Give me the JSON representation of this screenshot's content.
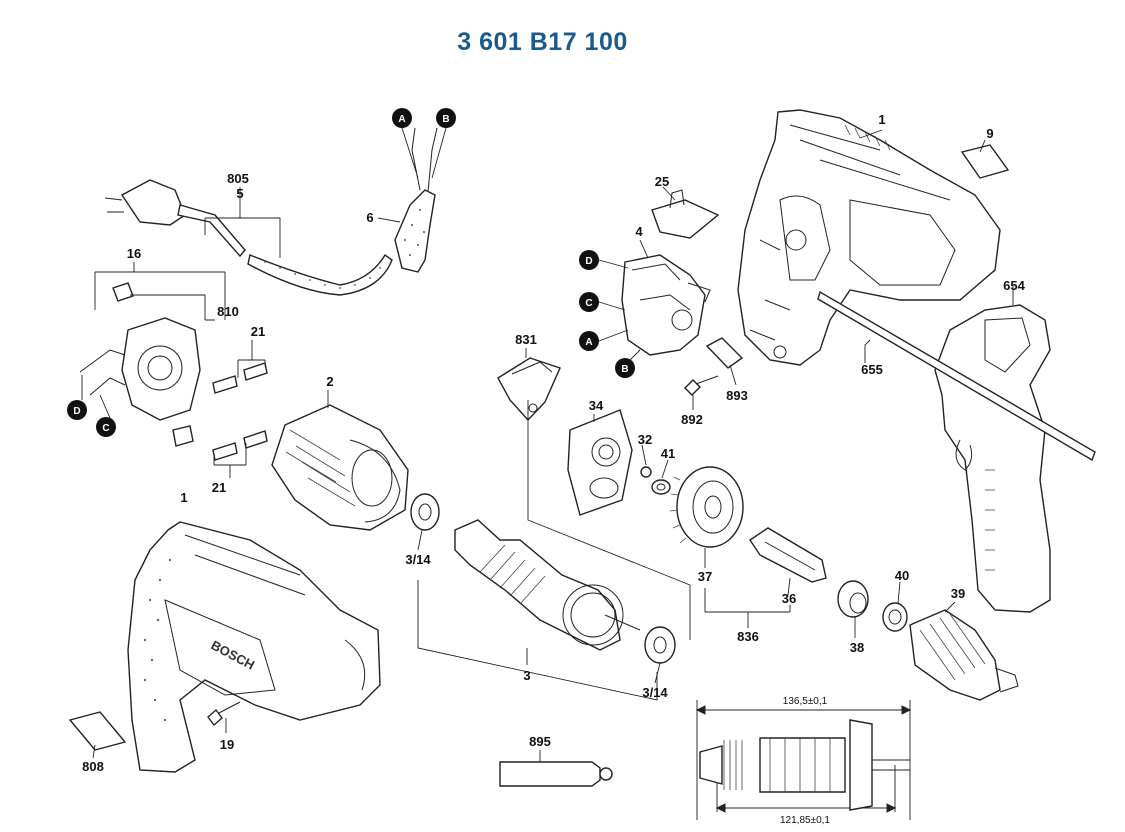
{
  "title": "3 601 B17 100",
  "colors": {
    "title": "#1b5a8c",
    "ink": "#222222",
    "marker": "#111111"
  },
  "parts": [
    {
      "key": "p1_top",
      "label": "1"
    },
    {
      "key": "p9",
      "label": "9"
    },
    {
      "key": "p805",
      "label": "805"
    },
    {
      "key": "p5",
      "label": "5"
    },
    {
      "key": "p6",
      "label": "6"
    },
    {
      "key": "p25",
      "label": "25"
    },
    {
      "key": "p4",
      "label": "4"
    },
    {
      "key": "p16",
      "label": "16"
    },
    {
      "key": "p810",
      "label": "810"
    },
    {
      "key": "p21a",
      "label": "21"
    },
    {
      "key": "p831",
      "label": "831"
    },
    {
      "key": "p654",
      "label": "654"
    },
    {
      "key": "p655",
      "label": "655"
    },
    {
      "key": "p892",
      "label": "892"
    },
    {
      "key": "p893",
      "label": "893"
    },
    {
      "key": "p2",
      "label": "2"
    },
    {
      "key": "p34",
      "label": "34"
    },
    {
      "key": "p32",
      "label": "32"
    },
    {
      "key": "p41",
      "label": "41"
    },
    {
      "key": "p21b",
      "label": "21"
    },
    {
      "key": "p1_bottom",
      "label": "1"
    },
    {
      "key": "p3_14a",
      "label": "3/14"
    },
    {
      "key": "p37",
      "label": "37"
    },
    {
      "key": "p40",
      "label": "40"
    },
    {
      "key": "p36",
      "label": "36"
    },
    {
      "key": "p39",
      "label": "39"
    },
    {
      "key": "p836",
      "label": "836"
    },
    {
      "key": "p38",
      "label": "38"
    },
    {
      "key": "p3",
      "label": "3"
    },
    {
      "key": "p3_14b",
      "label": "3/14"
    },
    {
      "key": "p19",
      "label": "19"
    },
    {
      "key": "p808",
      "label": "808"
    },
    {
      "key": "p895",
      "label": "895"
    }
  ],
  "markers": [
    {
      "key": "mA_top",
      "label": "A"
    },
    {
      "key": "mB_top",
      "label": "B"
    },
    {
      "key": "mD_sw",
      "label": "D"
    },
    {
      "key": "mC_sw",
      "label": "C"
    },
    {
      "key": "mA_sw",
      "label": "A"
    },
    {
      "key": "mB_sw",
      "label": "B"
    },
    {
      "key": "mD_br",
      "label": "D"
    },
    {
      "key": "mC_br",
      "label": "C"
    }
  ],
  "dimensions": {
    "overall_length": "136,5±0,1",
    "inner_length": "121,85±0,1"
  },
  "housing_brand": "BOSCH"
}
